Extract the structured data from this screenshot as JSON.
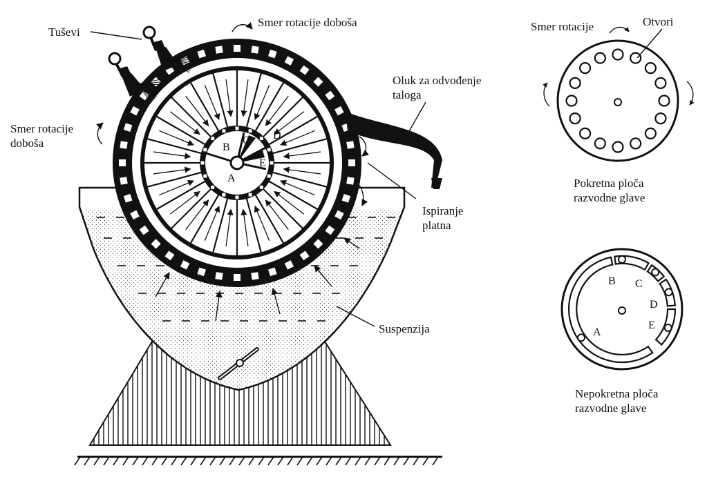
{
  "labels": {
    "showers": "Tuševi",
    "drum_rotation_top": "Smer rotacije doboša",
    "drum_rotation_left_1": "Smer rotacije",
    "drum_rotation_left_2": "doboša",
    "sediment_chute_1": "Oluk za odvođenje",
    "sediment_chute_2": "taloga",
    "cloth_wash_1": "Ispiranje",
    "cloth_wash_2": "platna",
    "suspension": "Suspenzija",
    "rotation_small": "Smer rotacije",
    "holes": "Otvori",
    "moving_plate_1": "Pokretna ploča",
    "moving_plate_2": "razvodne glave",
    "fixed_plate_1": "Nepokretna ploča",
    "fixed_plate_2": "razvodne glave"
  },
  "zones": [
    "A",
    "B",
    "C",
    "D",
    "E"
  ],
  "colors": {
    "ink": "#111111",
    "paper": "#ffffff",
    "stipple": "#555555"
  }
}
